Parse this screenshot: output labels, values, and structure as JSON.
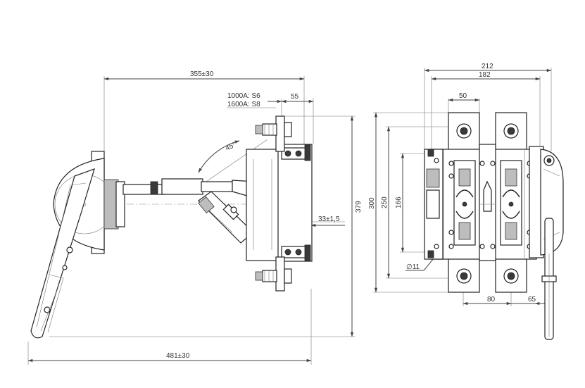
{
  "dimensions": {
    "d355": "355±30",
    "d481": "481±30",
    "d1000": "1000A: S6",
    "d1600": "1600A: S8",
    "d55": "55",
    "d45": "45°",
    "d379": "379",
    "d33": "33±1,5",
    "d212": "212",
    "d182": "182",
    "d50": "50",
    "d300": "300",
    "d250": "250",
    "d166": "166",
    "d11": "∅11",
    "d80": "80",
    "d65": "65"
  },
  "colors": {
    "line": "#444444",
    "fill": "#ffffff",
    "dark": "#3a3a3a"
  }
}
